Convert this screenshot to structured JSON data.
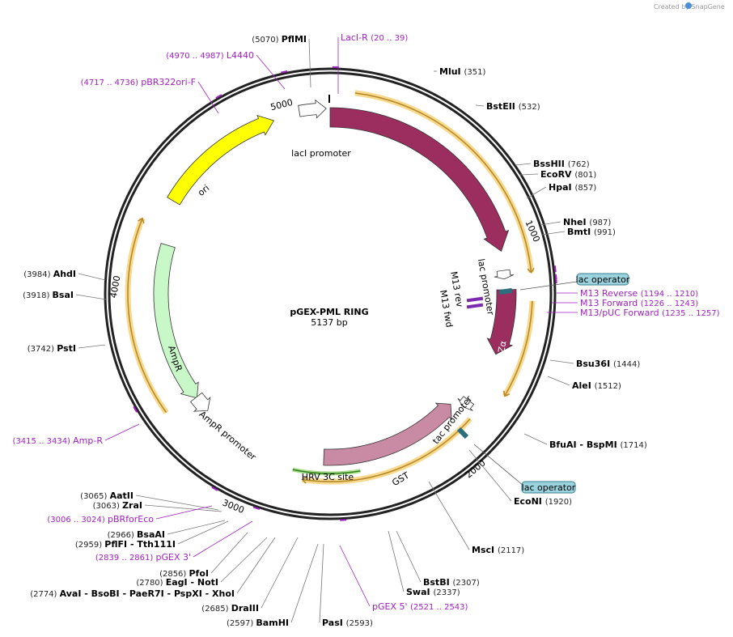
{
  "watermark": "Created by SnapGene",
  "map": {
    "name": "pGEX-PML RING",
    "length_label": "5137 bp",
    "length": 5137
  },
  "colors": {
    "lacI": "#9b2d5f",
    "lacZa": "#9b2d5f",
    "GST": "#c98aa3",
    "ori": "#ffff00",
    "AmpR": "#c8f7c8",
    "orf_glow": "#f7d27a",
    "orf_line": "#b58a2a",
    "primer": "#a020c0",
    "operator": "#9ad3de",
    "hrv": "#6fc840"
  },
  "ticks": [
    "1000",
    "2000",
    "3000",
    "4000",
    "5000"
  ],
  "features": [
    {
      "name": "lacI promoter",
      "kind": "promoter"
    },
    {
      "name": "lacI",
      "kind": "gene"
    },
    {
      "name": "lac promoter",
      "kind": "promoter"
    },
    {
      "name": "lacZα",
      "kind": "gene"
    },
    {
      "name": "tac promoter",
      "kind": "promoter"
    },
    {
      "name": "GST",
      "kind": "gene"
    },
    {
      "name": "HRV 3C site",
      "kind": "site"
    },
    {
      "name": "ori",
      "kind": "origin"
    },
    {
      "name": "AmpR",
      "kind": "gene"
    },
    {
      "name": "AmpR promoter",
      "kind": "promoter"
    },
    {
      "name": "M13 rev",
      "kind": "primer"
    },
    {
      "name": "M13 fwd",
      "kind": "primer"
    }
  ],
  "operators": [
    "lac operator",
    "lac operator"
  ],
  "sites": [
    {
      "name": "PflMI",
      "pos": "(5070)"
    },
    {
      "name": "MluI",
      "pos": "(351)"
    },
    {
      "name": "BstEII",
      "pos": "(532)"
    },
    {
      "name": "BssHII",
      "pos": "(762)"
    },
    {
      "name": "EcoRV",
      "pos": "(801)"
    },
    {
      "name": "HpaI",
      "pos": "(857)"
    },
    {
      "name": "NheI",
      "pos": "(987)"
    },
    {
      "name": "BmtI",
      "pos": "(991)"
    },
    {
      "name": "Bsu36I",
      "pos": "(1444)"
    },
    {
      "name": "AleI",
      "pos": "(1512)"
    },
    {
      "name": "BfuAI - BspMI",
      "pos": "(1714)"
    },
    {
      "name": "EcoNI",
      "pos": "(1920)"
    },
    {
      "name": "MscI",
      "pos": "(2117)"
    },
    {
      "name": "BstBI",
      "pos": "(2307)"
    },
    {
      "name": "SwaI",
      "pos": "(2337)"
    },
    {
      "name": "PasI",
      "pos": "(2593)"
    },
    {
      "name": "BamHI",
      "pos": "(2597)"
    },
    {
      "name": "DraIII",
      "pos": "(2685)"
    },
    {
      "name": "AvaI - BsoBI - PaeR7I - PspXI - XhoI",
      "pos": "(2774)"
    },
    {
      "name": "EagI - NotI",
      "pos": "(2780)"
    },
    {
      "name": "PfoI",
      "pos": "(2856)"
    },
    {
      "name": "PflFI - Tth111I",
      "pos": "(2959)"
    },
    {
      "name": "BsaAI",
      "pos": "(2966)"
    },
    {
      "name": "ZraI",
      "pos": "(3063)"
    },
    {
      "name": "AatII",
      "pos": "(3065)"
    },
    {
      "name": "PstI",
      "pos": "(3742)"
    },
    {
      "name": "BsaI",
      "pos": "(3918)"
    },
    {
      "name": "AhdI",
      "pos": "(3984)"
    }
  ],
  "primers": [
    {
      "name": "LacI-R",
      "range": "(20 .. 39)"
    },
    {
      "name": "L4440",
      "range": "(4970 .. 4987)"
    },
    {
      "name": "pBR322ori-F",
      "range": "(4717 .. 4736)"
    },
    {
      "name": "M13 Reverse",
      "range": "(1194 .. 1210)"
    },
    {
      "name": "M13 Forward",
      "range": "(1226 .. 1243)"
    },
    {
      "name": "M13/pUC Forward",
      "range": "(1235 .. 1257)"
    },
    {
      "name": "Amp-R",
      "range": "(3415 .. 3434)"
    },
    {
      "name": "pBRforEco",
      "range": "(3006 .. 3024)"
    },
    {
      "name": "pGEX 3'",
      "range": "(2839 .. 2861)"
    },
    {
      "name": "pGEX 5'",
      "range": "(2521 .. 2543)"
    }
  ]
}
